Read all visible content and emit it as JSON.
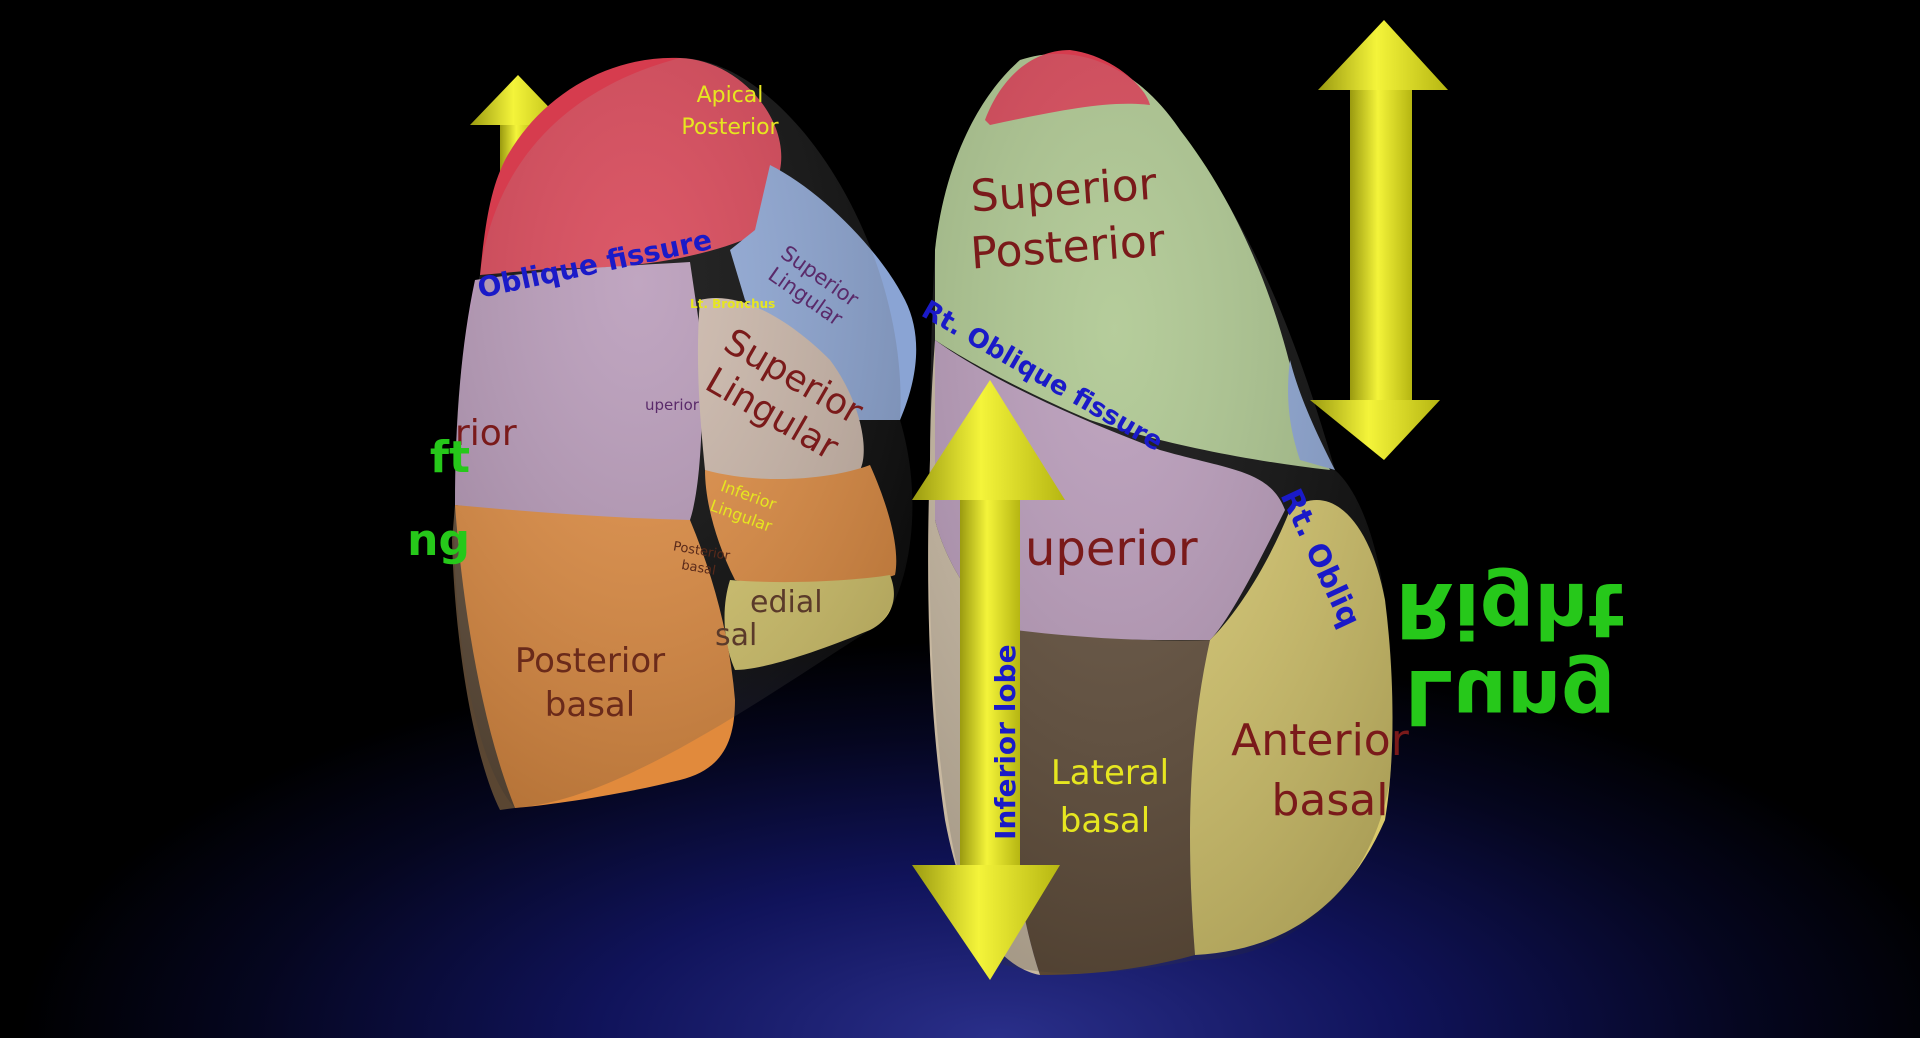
{
  "left_lung": {
    "apical_posterior": [
      "Apical",
      "Posterior"
    ],
    "oblique_fissure": "Oblique fissure",
    "lt_bronchus": "Lt. Bronchus",
    "superior_lingular_small": [
      "Superior",
      "Lingular"
    ],
    "superior_lingular_large": [
      "Superior",
      "Lingular"
    ],
    "superior_partial": "uperior",
    "superior_big_partial": "rior",
    "inferior_lingular": [
      "Inferior",
      "Lingular"
    ],
    "posterior_basal_small": [
      "Posterior",
      "basal"
    ],
    "medial_basal": [
      "edial",
      "sal"
    ],
    "posterior_basal": [
      "Posterior",
      "basal"
    ],
    "left_lung_mirror": [
      "ft",
      "ng"
    ]
  },
  "right_lung": {
    "superior_posterior": [
      "Superior",
      "Posterior"
    ],
    "rt_oblique_fissure": "Rt. Oblique fissure",
    "rt_oblique_fissure_lower": "Rt. Obliq",
    "superior": "uperior",
    "lateral_basal": [
      "Lateral",
      "basal"
    ],
    "anterior_basal": [
      "Anterior",
      "basal"
    ],
    "inferior_lobe": "Inferior lobe",
    "title_mirror": [
      "Right",
      "Lung"
    ]
  },
  "colors": {
    "red": "#d63c4e",
    "green": "#a9c48a",
    "purple": "#b596b6",
    "orange": "#e18a3c",
    "yellow": "#d8c86a",
    "brown": "#5a4632",
    "blue_seg": "#8aa4d4",
    "arrow": "#e6e620",
    "label_green": "#26c81a",
    "fissure_blue": "#1a1ac8",
    "text_dark": "#7a1a1a"
  }
}
